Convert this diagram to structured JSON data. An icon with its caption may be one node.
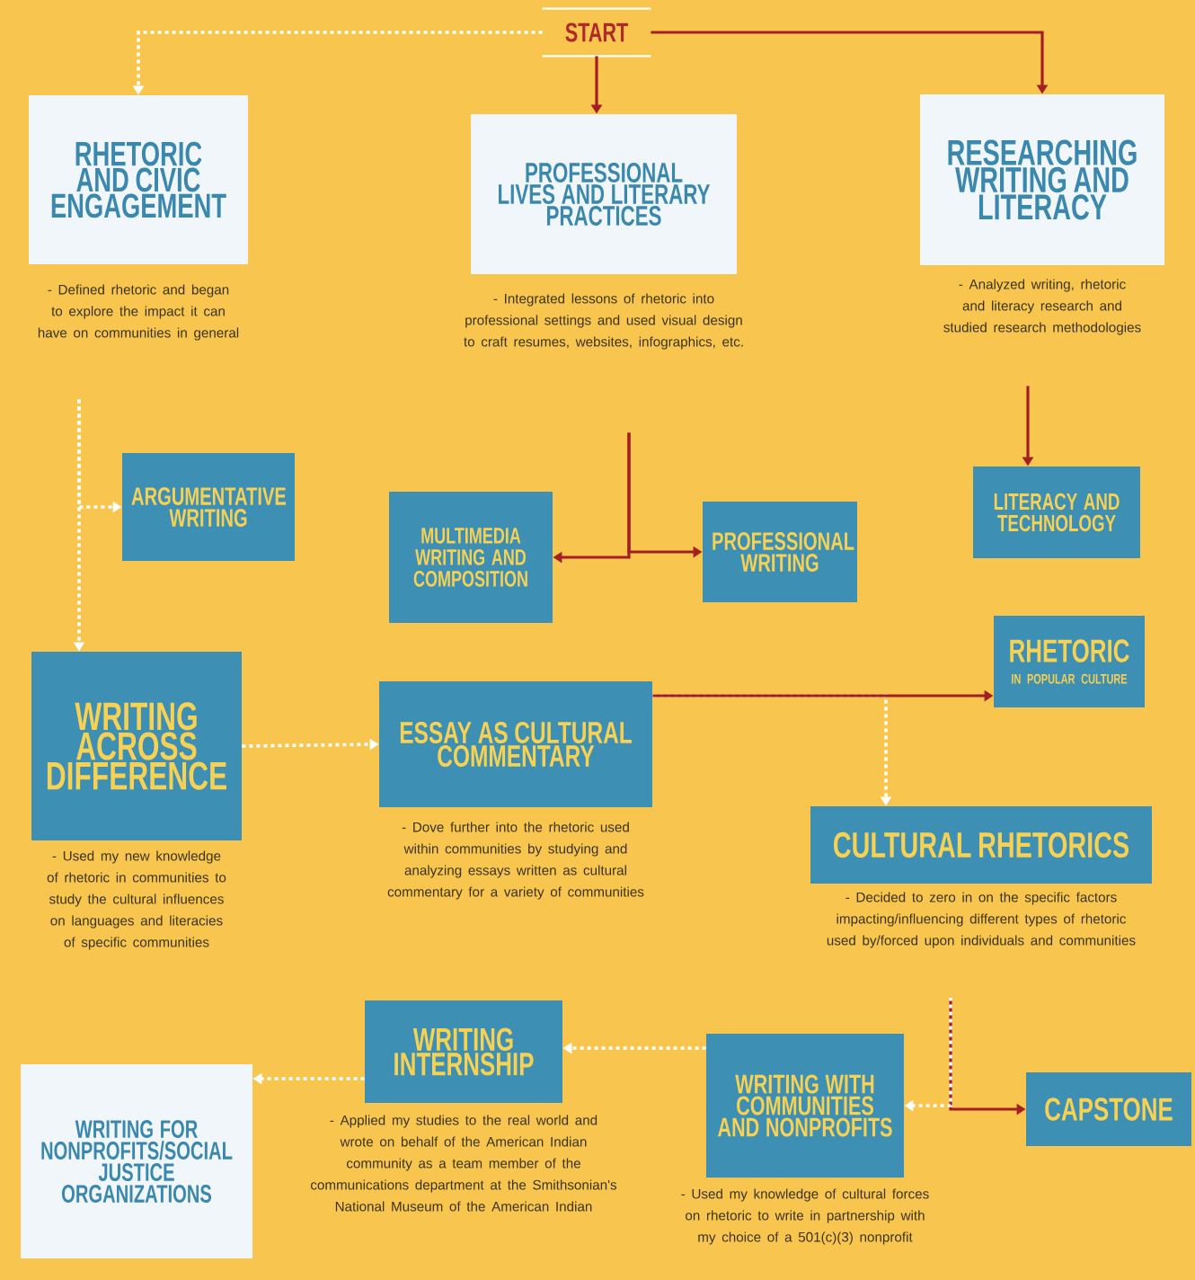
{
  "diagram": {
    "nodes": [
      {
        "text": [
          "START"
        ]
      },
      {
        "text": [
          "RHETORIC AND CIVIC ENGAGEMENT"
        ],
        "beside": [
          "- Defined rhetoric and began to explore the impact it can have on communities in general"
        ]
      },
      {
        "text": [
          "PROFESSIONAL LIVES AND LITERARY PRACTICES"
        ],
        "beside": [
          "- Integrated lessons of rhetoric into professional settings and used visual design to craft resumes, websites, infographics, etc."
        ]
      },
      {
        "text": [
          "RESEARCHING WRITING AND LITERACY"
        ],
        "beside": [
          "- Analyzed writing, rhetoric and literacy research and studied research methodologies"
        ]
      },
      {
        "text": [
          "ARGUMENTATIVE WRITING"
        ]
      },
      {
        "text": [
          "MULTIMEDIA WRITING AND COMPOSITION"
        ]
      },
      {
        "text": [
          "PROFESSIONAL WRITING"
        ]
      },
      {
        "text": [
          "LITERACY AND TECHNOLOGY"
        ]
      },
      {
        "text": [
          "WRITING ACROSS DIFFERENCE"
        ],
        "beside": [
          "- Used my new knowledge of rhetoric in communities to study the cultural influences on languages and literacies of specific communities"
        ]
      },
      {
        "text": [
          "ESSAY AS CULTURAL COMMENTARY"
        ],
        "beside": [
          "- Dove further into the rhetoric used within communities by studying and analyzing essays written as cultural commentary for a variety of communities"
        ]
      },
      {
        "text": [
          "RHETORIC",
          "IN POPULAR CULTURE"
        ]
      },
      {
        "text": [
          "CULTURAL RHETORICS"
        ],
        "beside": [
          "- Decided to zero in on the specific factors impacting/influencing different types of rhetoric used by/forced upon individuals and communities"
        ]
      },
      {
        "text": [
          "WRITING INTERNSHIP"
        ],
        "beside": [
          "- Applied my studies to the real world and wrote on behalf of the American Indian community as a team member of the communications department at the Smithsonian's National Museum of the American Indian"
        ]
      },
      {
        "text": [
          "WRITING WITH COMMUNITIES AND NONPROFITS"
        ],
        "beside": [
          "- Used my knowledge of cultural forces on rhetoric to write in partnership with my choice of a 501(c)(3) nonprofit"
        ]
      },
      {
        "text": [
          "CAPSTONE"
        ]
      },
      {
        "text": [
          "WRITING FOR NONPROFITS/SOCIAL JUSTICE ORGANIZATIONS"
        ]
      }
    ],
    "edges": [
      {
        "from": 0,
        "to": 1,
        "arrow": "to",
        "style": "dashed"
      },
      {
        "from": 0,
        "to": 2,
        "arrow": "to",
        "color": "#a31f24"
      },
      {
        "from": 0,
        "to": 3,
        "arrow": "to",
        "color": "#a31f24"
      },
      {
        "from": 1,
        "to": 4,
        "arrow": "to",
        "style": "dashed"
      },
      {
        "from": 1,
        "to": 8,
        "arrow": "to",
        "style": "dashed"
      },
      {
        "from": 2,
        "to": 5,
        "arrow": "to",
        "color": "#a31f24"
      },
      {
        "from": 2,
        "to": 6,
        "arrow": "to",
        "color": "#a31f24"
      },
      {
        "from": 3,
        "to": 7,
        "arrow": "to",
        "color": "#a31f24"
      },
      {
        "from": 8,
        "to": 9,
        "arrow": "to",
        "style": "dashed"
      },
      {
        "from": 9,
        "to": 10,
        "arrow": "to",
        "color": "#a31f24"
      },
      {
        "from": 9,
        "to": 11,
        "arrow": "to",
        "style": "dashed"
      },
      {
        "from": 11,
        "to": 13,
        "arrow": "to",
        "style": "dashed"
      },
      {
        "from": 11,
        "to": 14,
        "arrow": "to",
        "color": "#a31f24"
      },
      {
        "from": 13,
        "to": 12,
        "arrow": "to",
        "style": "dashed"
      },
      {
        "from": 12,
        "to": 15,
        "arrow": "to",
        "style": "dashed"
      }
    ]
  }
}
